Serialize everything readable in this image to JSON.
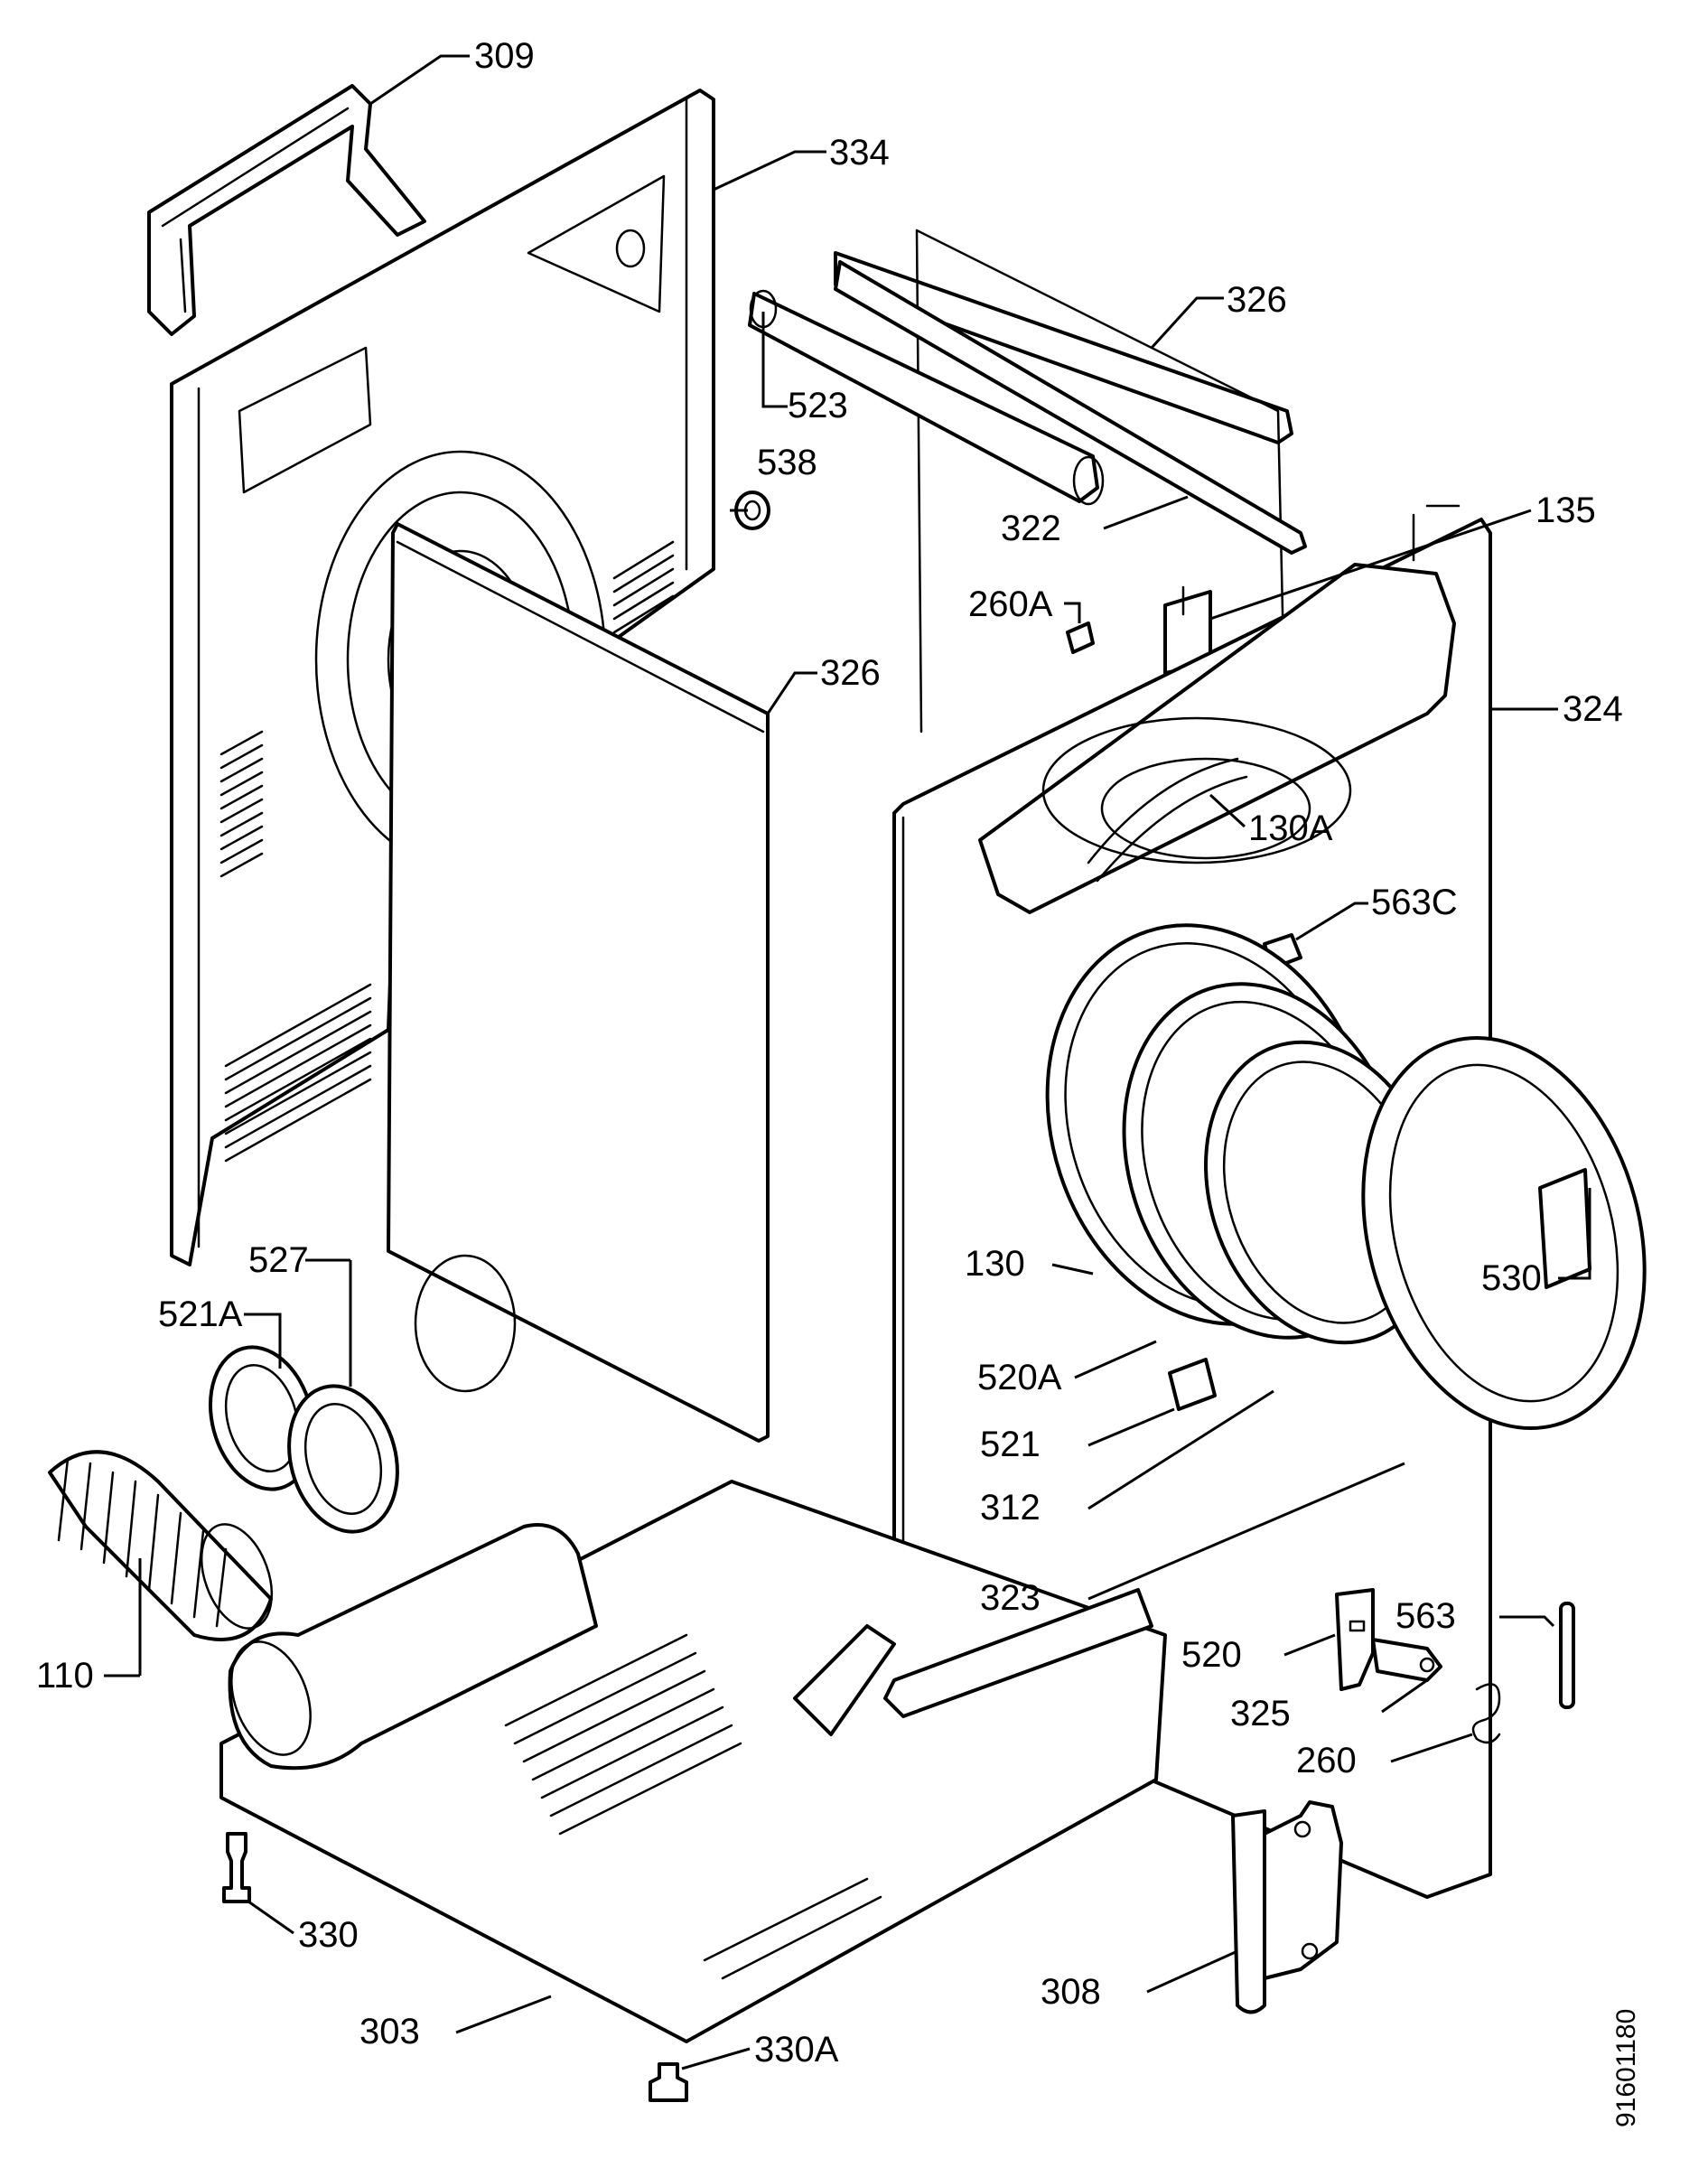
{
  "labels": {
    "p309": "309",
    "p334": "334",
    "p326_top": "326",
    "p523": "523",
    "p538": "538",
    "p322": "322",
    "p135": "135",
    "p260A": "260A",
    "p326_mid": "326",
    "p324": "324",
    "p130A": "130A",
    "p563C": "563C",
    "p527": "527",
    "p521A": "521A",
    "p130": "130",
    "p530": "530",
    "p520A": "520A",
    "p521": "521",
    "p312": "312",
    "p323": "323",
    "p563": "563",
    "p520": "520",
    "p110": "110",
    "p325": "325",
    "p260": "260",
    "p330": "330",
    "p308": "308",
    "p303": "303",
    "p330A": "330A"
  },
  "document_code": "91601180"
}
